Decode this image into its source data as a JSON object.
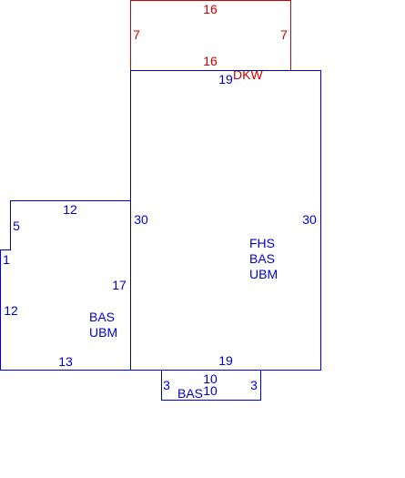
{
  "colors": {
    "main": "#0000c8",
    "deck": "#d20000",
    "background": "#ffffff"
  },
  "deck": {
    "top_dim": "16",
    "left_dim": "7",
    "right_dim": "7",
    "bottom_dim": "16",
    "code": "DKW"
  },
  "main_block": {
    "top_dim": "19",
    "left_dim": "30",
    "right_dim": "30",
    "bottom_dim": "19",
    "codes": [
      "FHS",
      "BAS",
      "UBM"
    ]
  },
  "left_wing": {
    "top_dim": "12",
    "notch_dim": "5",
    "step_dim": "1",
    "lower_left_dim": "12",
    "right_dim": "17",
    "bottom_dim": "13",
    "codes": [
      "BAS",
      "UBM"
    ]
  },
  "bottom_tab": {
    "top_dim": "10",
    "left_dim": "3",
    "right_dim": "3",
    "bottom_dim": "10",
    "code": "BAS"
  }
}
